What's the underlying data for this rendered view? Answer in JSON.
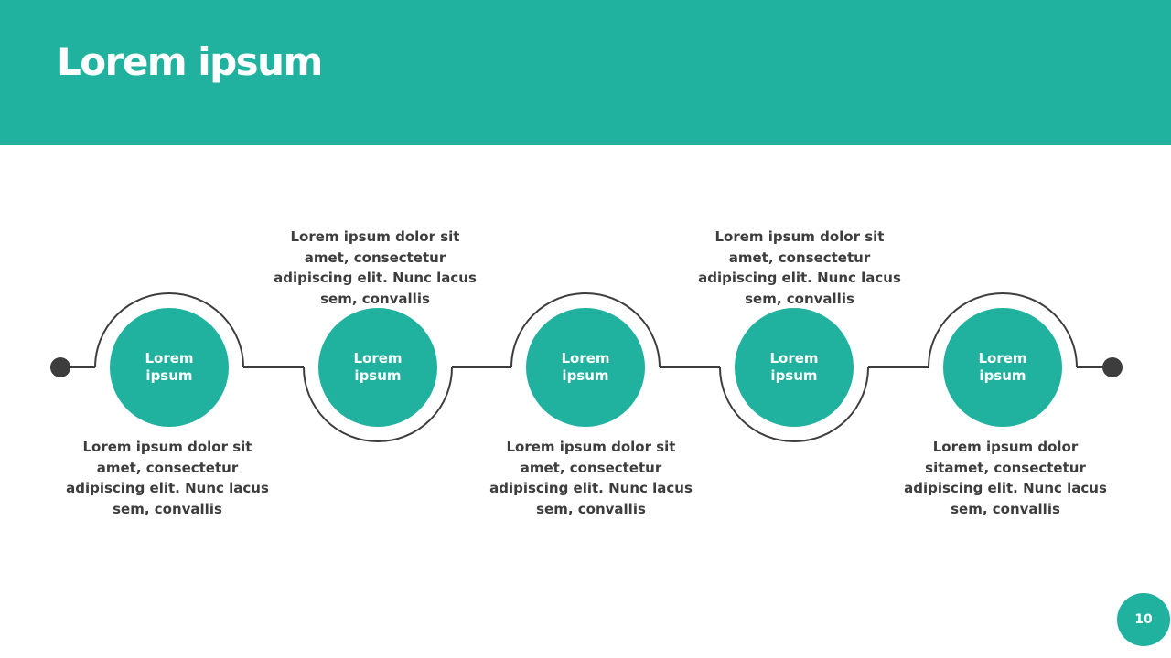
{
  "slide": {
    "title": "Lorem ipsum",
    "page_number": "10"
  },
  "colors": {
    "accent": "#20b29f",
    "line": "#3d3d3d",
    "text": "#3d3d3d",
    "background": "#ffffff"
  },
  "timeline": {
    "nodes": [
      {
        "label": "Lorem\nipsum",
        "description": "Lorem ipsum dolor sit\namet, consectetur\nadipiscing elit. Nunc lacus\nsem, convallis"
      },
      {
        "label": "Lorem\nipsum",
        "description": "Lorem ipsum dolor sit\namet, consectetur\nadipiscing elit. Nunc lacus\nsem, convallis"
      },
      {
        "label": "Lorem\nipsum",
        "description": "Lorem ipsum dolor sit\namet, consectetur\nadipiscing elit. Nunc lacus\nsem, convallis"
      },
      {
        "label": "Lorem\nipsum",
        "description": "Lorem ipsum dolor sit\namet, consectetur\nadipiscing elit. Nunc lacus\nsem, convallis"
      },
      {
        "label": "Lorem\nipsum",
        "description": "Lorem ipsum dolor\nsitamet, consectetur\nadipiscing elit. Nunc lacus\nsem, convallis"
      }
    ]
  }
}
